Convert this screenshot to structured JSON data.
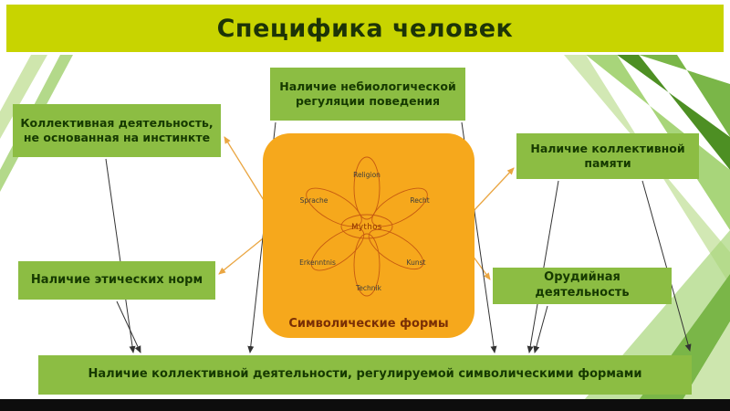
{
  "slide": {
    "title": "Специфика человек"
  },
  "nodes": {
    "top": "Наличие небиологической регуляции поведения",
    "left_top": "Коллективная деятельность, не основанная на инстинкте",
    "right_top": "Наличие коллективной памяти",
    "left_bottom": "Наличие этических норм",
    "right_bottom": "Орудийная деятельность",
    "bottom": "Наличие коллективной деятельности, регулируемой символическими формами"
  },
  "flower": {
    "caption": "Символические формы",
    "center": "Mythos",
    "petals": [
      "Religion",
      "Recht",
      "Kunst",
      "Technik",
      "Erkenntnis",
      "Sprache"
    ]
  },
  "colors": {
    "title_bg": "#c8d400",
    "node_bg": "#8cbd43",
    "panel_bg": "#f6a81c",
    "arrow_orange": "#eaa642",
    "arrow_black": "#333333"
  },
  "footer": {
    "text": ""
  }
}
